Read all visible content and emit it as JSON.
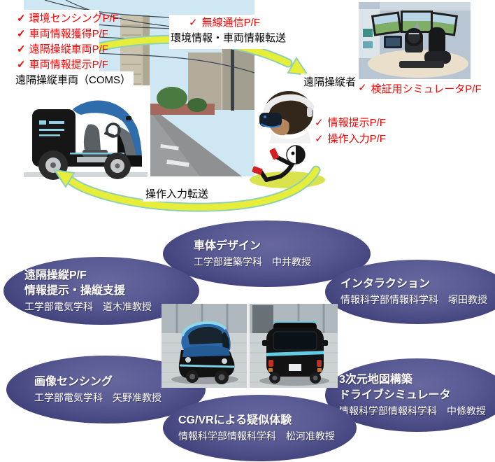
{
  "check_glyph": "✓",
  "colors": {
    "red_text": "#ff0000",
    "ellipse_dark": "#2e2e66",
    "ellipse_light": "#68689f",
    "arrow_yellow": "#e7ee3a",
    "arrow_outline": "#8fd0b4"
  },
  "vehicle": {
    "checklist": [
      "環境センシングP/F",
      "車両情報獲得P/F",
      "遠隔操縦車両P/F",
      "車両情報提示P/F"
    ],
    "label": "遠隔操縦車両（COMS）"
  },
  "comm": {
    "wireless": "無線通信P/F",
    "env_transfer": "環境情報・車両情報転送",
    "control_transfer": "操作入力転送"
  },
  "operator": {
    "label": "遠隔操縦者",
    "checklist": [
      "情報提示P/F",
      "操作入力P/F"
    ]
  },
  "simulator": {
    "item": "検証用シミュレータP/F"
  },
  "groups": [
    {
      "line1": "車体デザイン",
      "affiliation": "工学部建築学科　中井教授"
    },
    {
      "line1": "遠隔操縦P/F",
      "line2": "情報提示・操縦支援",
      "affiliation": "工学部電気学科　道木准教授"
    },
    {
      "line1": "インタラクション",
      "affiliation": "情報科学部情報科学科　塚田教授"
    },
    {
      "line1": "画像センシング",
      "affiliation": "工学部電気学科　矢野准教授"
    },
    {
      "line1": "3次元地図構築",
      "line2": "ドライブシミュレータ",
      "affiliation": "情報科学部情報科学科　中條教授"
    },
    {
      "line1": "CG/VRによる疑似体験",
      "affiliation": "情報科学部情報科学科　松河准教授"
    }
  ]
}
